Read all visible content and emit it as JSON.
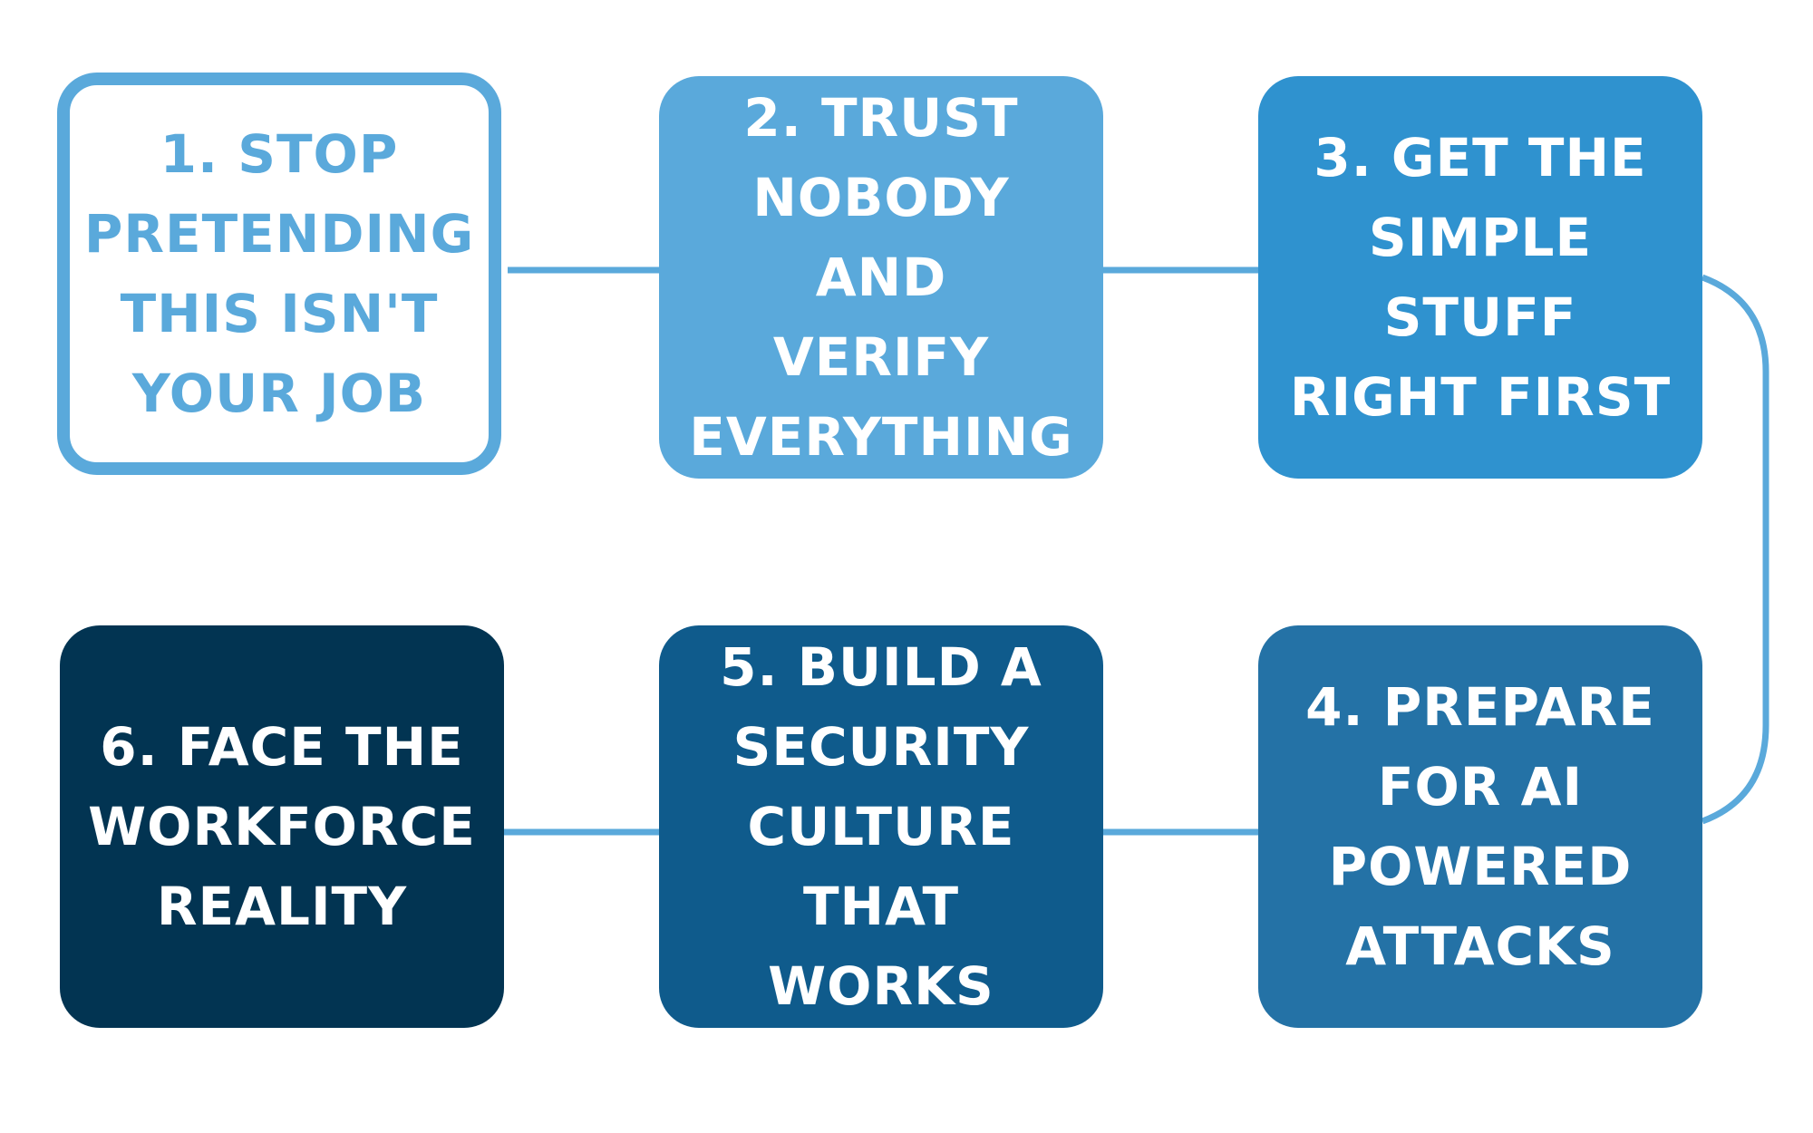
{
  "colors": {
    "connector": "#5aa9db",
    "step_1_fill": "#ffffff",
    "step_1_border": "#5aa9db",
    "step_2_fill": "#5aa9db",
    "step_3_fill": "#2f92cf",
    "step_4_fill": "#2472a6",
    "step_5_fill": "#0f5b8c",
    "step_6_fill": "#023452"
  },
  "steps": [
    {
      "label": "1. Stop\nPretending\nThis isn't\nyour job"
    },
    {
      "label": "2. Trust\nnobody and\nverify\neverything"
    },
    {
      "label": "3. Get the\nsimple\nstuff\nright first"
    },
    {
      "label": "4. Prepare\nfor AI\npowered\nattacks"
    },
    {
      "label": "5. Build a\nsecurity\nculture\nthat works"
    },
    {
      "label": "6. Face the\nworkforce\nreality"
    }
  ]
}
